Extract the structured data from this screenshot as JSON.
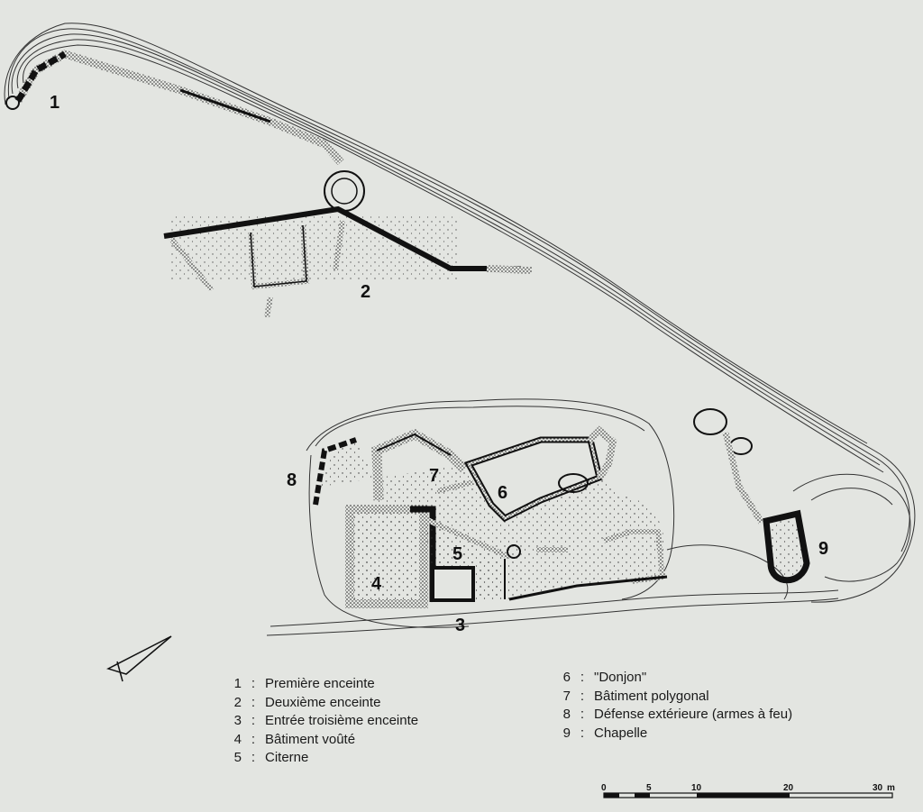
{
  "map": {
    "site_labels": [
      "1",
      "2",
      "3",
      "4",
      "5",
      "6",
      "7",
      "8",
      "9"
    ]
  },
  "legend": {
    "items": [
      {
        "num": "1",
        "label": "Première enceinte"
      },
      {
        "num": "2",
        "label": "Deuxième enceinte"
      },
      {
        "num": "3",
        "label": "Entrée troisième enceinte"
      },
      {
        "num": "4",
        "label": "Bâtiment voûté"
      },
      {
        "num": "5",
        "label": "Citerne"
      },
      {
        "num": "6",
        "label": "\"Donjon\""
      },
      {
        "num": "7",
        "label": "Bâtiment polygonal"
      },
      {
        "num": "8",
        "label": "Défense extérieure (armes à feu)"
      },
      {
        "num": "9",
        "label": "Chapelle"
      }
    ],
    "separator": ":"
  },
  "scale_bar": {
    "ticks": [
      "0",
      "5",
      "10",
      "20",
      "30"
    ],
    "unit": "m"
  },
  "colors": {
    "paper": "#e3e5e1",
    "ink": "#1a1a1a"
  }
}
